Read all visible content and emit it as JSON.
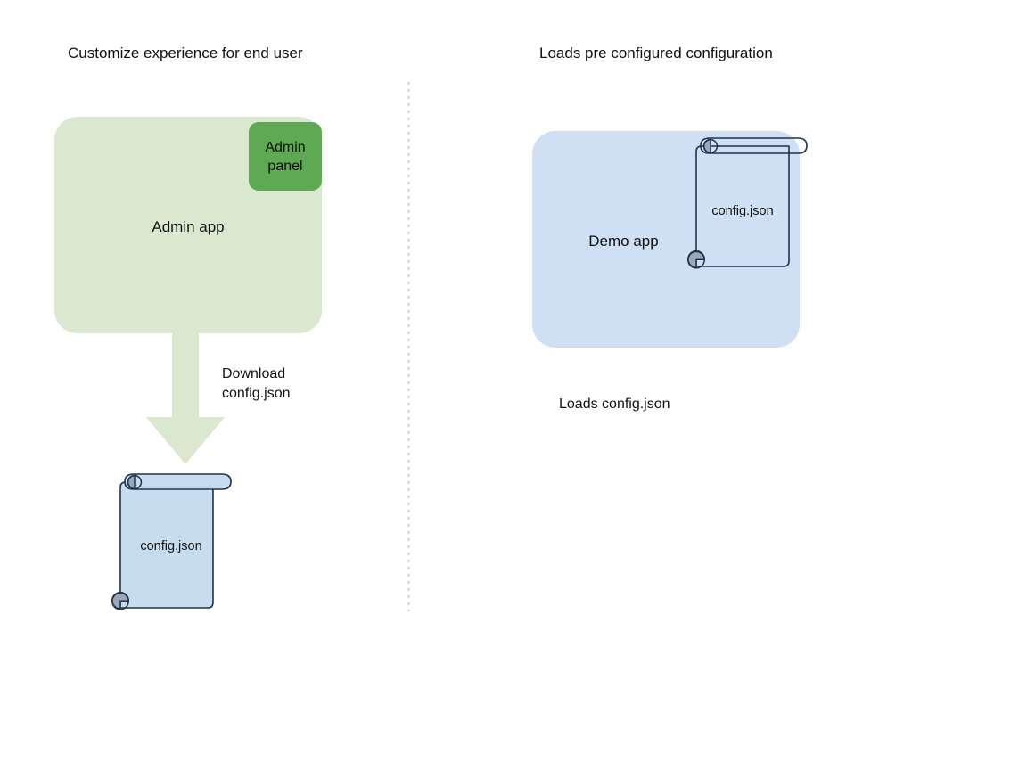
{
  "diagram": {
    "title_left": "Customize experience for end user",
    "title_right": "Loads pre configured configuration",
    "colors": {
      "admin_app_fill": "#d9e8cf",
      "admin_panel_fill": "#5fa854",
      "demo_app_fill": "#cfe0f4",
      "document_fill": "#c8dcf0",
      "document_stroke": "#20324d",
      "roll_fill": "#9aa7b4",
      "arrow_fill": "#d9e8cf",
      "divider": "#bdbdbd",
      "text": "#111111"
    },
    "left_column": {
      "admin_app": {
        "label": "Admin app",
        "panel": {
          "line1": "Admin",
          "line2": "panel"
        }
      },
      "arrow": {
        "label_line1": "Download",
        "label_line2": "config.json",
        "direction": "down"
      },
      "document": {
        "label": "config.json"
      }
    },
    "right_column": {
      "demo_app": {
        "label": "Demo app",
        "document": {
          "label": "config.json"
        }
      },
      "caption": "Loads config.json"
    },
    "divider": {
      "style": "dotted-vertical"
    }
  }
}
